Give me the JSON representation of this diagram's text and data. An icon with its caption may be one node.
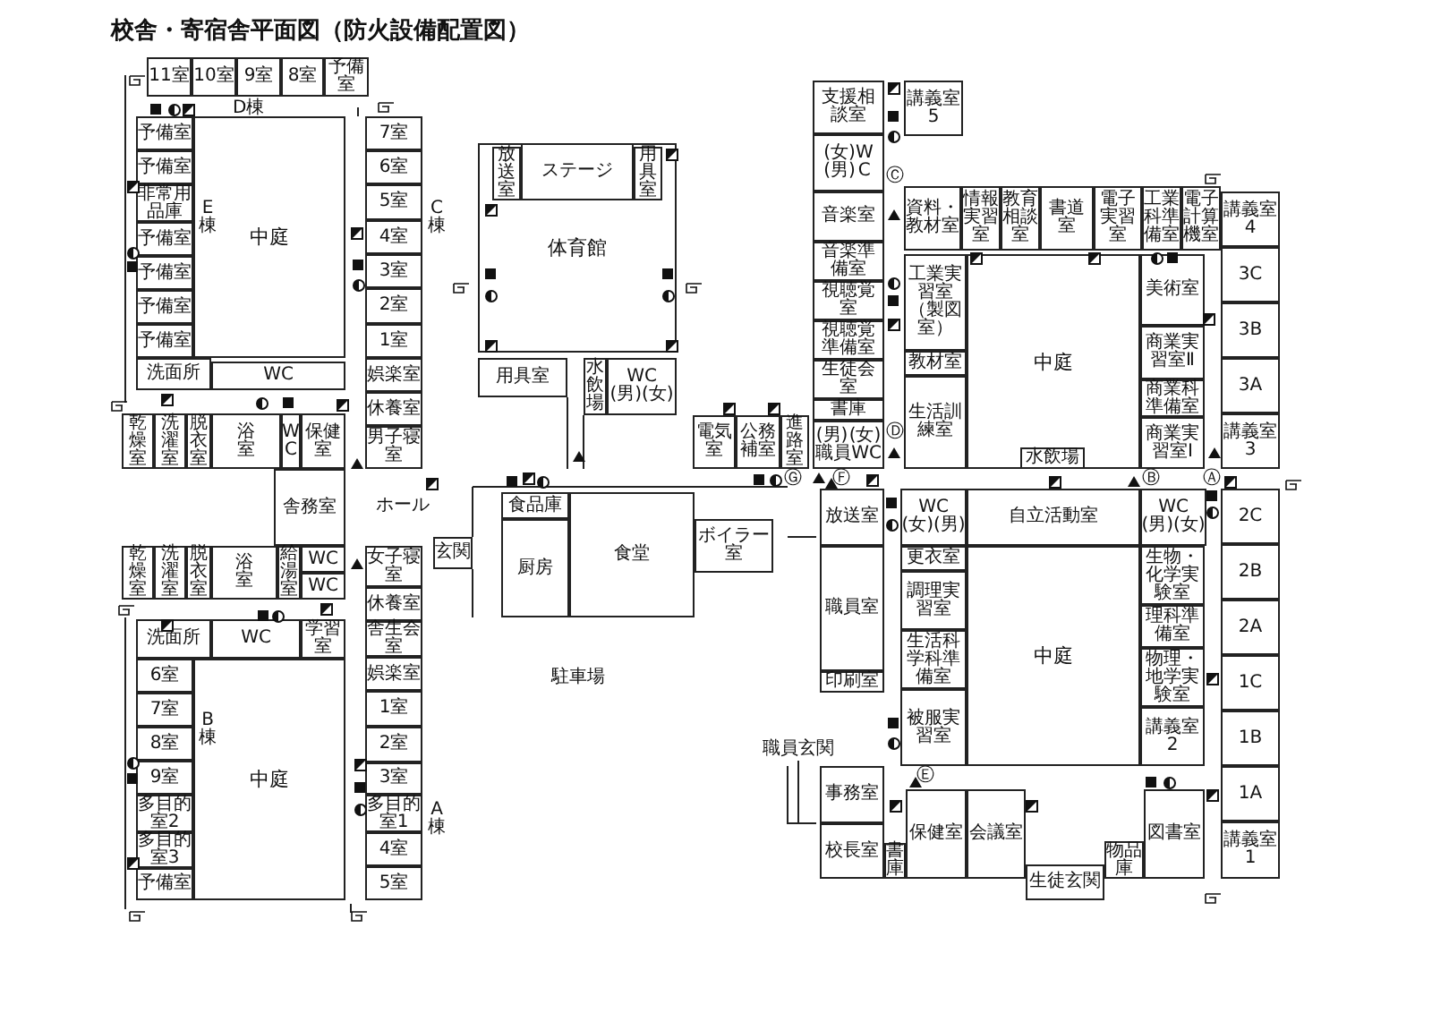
{
  "diagram": {
    "title": "校舎・寄宿舎平面図（防火設備配置図）",
    "nodes": [
      {
        "text": [
          "11室"
        ]
      },
      {
        "text": [
          "10室"
        ]
      },
      {
        "text": [
          "9室"
        ]
      },
      {
        "text": [
          "8室"
        ]
      },
      {
        "text": [
          "予備室"
        ]
      },
      {
        "text": [
          "予備室"
        ]
      },
      {
        "text": [
          "予備室"
        ]
      },
      {
        "text": [
          "非常用品庫"
        ]
      },
      {
        "text": [
          "予備室"
        ]
      },
      {
        "text": [
          "予備室"
        ]
      },
      {
        "text": [
          "予備室"
        ]
      },
      {
        "text": [
          "予備室"
        ]
      },
      {
        "text": [
          "中庭"
        ]
      },
      {
        "text": [
          "7室"
        ]
      },
      {
        "text": [
          "6室"
        ]
      },
      {
        "text": [
          "5室"
        ]
      },
      {
        "text": [
          "4室"
        ]
      },
      {
        "text": [
          "3室"
        ]
      },
      {
        "text": [
          "2室"
        ]
      },
      {
        "text": [
          "1室"
        ]
      },
      {
        "text": [
          "娯楽室"
        ]
      },
      {
        "text": [
          "休養室"
        ]
      },
      {
        "text": [
          "男子寝室"
        ]
      },
      {
        "text": [
          "洗面所"
        ]
      },
      {
        "text": [
          "WC"
        ]
      },
      {
        "text": [
          "乾燥室"
        ]
      },
      {
        "text": [
          "洗濯室"
        ]
      },
      {
        "text": [
          "脱衣室"
        ]
      },
      {
        "text": [
          "浴室"
        ]
      },
      {
        "text": [
          "WC"
        ]
      },
      {
        "text": [
          "保健室"
        ]
      },
      {
        "text": [
          "舎務室"
        ]
      },
      {
        "text": [
          "乾燥室"
        ]
      },
      {
        "text": [
          "洗濯室"
        ]
      },
      {
        "text": [
          "脱衣室"
        ]
      },
      {
        "text": [
          "浴室"
        ]
      },
      {
        "text": [
          "給湯室"
        ]
      },
      {
        "text": [
          "WC"
        ]
      },
      {
        "text": [
          "WC"
        ]
      },
      {
        "text": [
          "女子寝室"
        ]
      },
      {
        "text": [
          "休養室"
        ]
      },
      {
        "text": [
          "舎生会室"
        ]
      },
      {
        "text": [
          "娯楽室"
        ]
      },
      {
        "text": [
          "1室"
        ]
      },
      {
        "text": [
          "2室"
        ]
      },
      {
        "text": [
          "3室"
        ]
      },
      {
        "text": [
          "多目的室1"
        ]
      },
      {
        "text": [
          "4室"
        ]
      },
      {
        "text": [
          "5室"
        ]
      },
      {
        "text": [
          "玄関"
        ]
      },
      {
        "text": [
          "洗面所"
        ]
      },
      {
        "text": [
          "WC"
        ]
      },
      {
        "text": [
          "学習室"
        ]
      },
      {
        "text": [
          "6室"
        ]
      },
      {
        "text": [
          "7室"
        ]
      },
      {
        "text": [
          "8室"
        ]
      },
      {
        "text": [
          "9室"
        ]
      },
      {
        "text": [
          "多目的室2"
        ]
      },
      {
        "text": [
          "多目的室3"
        ]
      },
      {
        "text": [
          "予備室"
        ]
      },
      {
        "text": [
          "中庭"
        ]
      },
      {
        "text": [
          "体育館"
        ]
      },
      {
        "text": [
          "放送室"
        ],
        "in": 61
      },
      {
        "text": [
          "ステージ"
        ],
        "in": 61
      },
      {
        "text": [
          "用具室"
        ],
        "in": 61
      },
      {
        "text": [
          "用具室"
        ]
      },
      {
        "text": [
          "水飲場"
        ]
      },
      {
        "text": [
          "WC",
          "(男)",
          "(女)"
        ]
      },
      {
        "text": [
          "電気室"
        ]
      },
      {
        "text": [
          "公務補室"
        ]
      },
      {
        "text": [
          "進路室"
        ]
      },
      {
        "text": [
          "食品庫"
        ]
      },
      {
        "text": [
          "厨房"
        ]
      },
      {
        "text": [
          "食堂"
        ]
      },
      {
        "text": [
          "ボイラー室"
        ]
      },
      {
        "text": [
          "支援相談室"
        ]
      },
      {
        "text": [
          "講義室5"
        ]
      },
      {
        "text": [
          "(女)",
          "(男)",
          "WC"
        ]
      },
      {
        "text": [
          "音楽室"
        ]
      },
      {
        "text": [
          "音楽準備室"
        ]
      },
      {
        "text": [
          "視聴覚室"
        ]
      },
      {
        "text": [
          "視聴覚準備室"
        ]
      },
      {
        "text": [
          "生徒会室"
        ]
      },
      {
        "text": [
          "書庫"
        ]
      },
      {
        "text": [
          "(男)",
          "(女)",
          "職員WC"
        ]
      },
      {
        "text": [
          "資料・教材室"
        ]
      },
      {
        "text": [
          "情報実習室"
        ]
      },
      {
        "text": [
          "教育相談室"
        ]
      },
      {
        "text": [
          "書道室"
        ]
      },
      {
        "text": [
          "電子実習室"
        ]
      },
      {
        "text": [
          "工業科準備室"
        ]
      },
      {
        "text": [
          "電子計算機室"
        ]
      },
      {
        "text": [
          "工業実習室",
          "（製図室）"
        ]
      },
      {
        "text": [
          "教材室"
        ]
      },
      {
        "text": [
          "生活訓練室"
        ]
      },
      {
        "text": [
          "中庭"
        ]
      },
      {
        "text": [
          "水飲場"
        ],
        "in": 95
      },
      {
        "text": [
          "美術室"
        ]
      },
      {
        "text": [
          "商業実習室Ⅱ"
        ]
      },
      {
        "text": [
          "商業科準備室"
        ]
      },
      {
        "text": [
          "商業実習室Ⅰ"
        ]
      },
      {
        "text": [
          "講義室4"
        ]
      },
      {
        "text": [
          "3C"
        ]
      },
      {
        "text": [
          "3B"
        ]
      },
      {
        "text": [
          "3A"
        ]
      },
      {
        "text": [
          "講義室3"
        ]
      },
      {
        "text": [
          "放送室"
        ]
      },
      {
        "text": [
          "職員室"
        ]
      },
      {
        "text": [
          "印刷室"
        ]
      },
      {
        "text": [
          "WC",
          "(女)",
          "(男)"
        ]
      },
      {
        "text": [
          "自立活動室"
        ]
      },
      {
        "text": [
          "WC",
          "(男)",
          "(女)"
        ]
      },
      {
        "text": [
          "更衣室"
        ]
      },
      {
        "text": [
          "調理実習室"
        ]
      },
      {
        "text": [
          "生活科学科準備室"
        ]
      },
      {
        "text": [
          "被服実習室"
        ]
      },
      {
        "text": [
          "中庭"
        ]
      },
      {
        "text": [
          "生物・化学実験室"
        ]
      },
      {
        "text": [
          "理科準備室"
        ]
      },
      {
        "text": [
          "物理・地学実験室"
        ]
      },
      {
        "text": [
          "講義室2"
        ]
      },
      {
        "text": [
          "2C"
        ]
      },
      {
        "text": [
          "2B"
        ]
      },
      {
        "text": [
          "2A"
        ]
      },
      {
        "text": [
          "1C"
        ]
      },
      {
        "text": [
          "1B"
        ]
      },
      {
        "text": [
          "1A"
        ]
      },
      {
        "text": [
          "講義室1"
        ]
      },
      {
        "text": [
          "事務室"
        ]
      },
      {
        "text": [
          "校長室"
        ]
      },
      {
        "text": [
          "書庫"
        ]
      },
      {
        "text": [
          "保健室"
        ]
      },
      {
        "text": [
          "会議室"
        ]
      },
      {
        "text": [
          "生徒玄関"
        ]
      },
      {
        "text": [
          "物品庫"
        ]
      },
      {
        "text": [
          "図書室"
        ]
      }
    ],
    "labels": [
      "D棟",
      "E棟",
      "C棟",
      "ホール",
      "B棟",
      "A棟",
      "駐車場",
      "職員玄関",
      "Ⓐ",
      "Ⓑ",
      "Ⓒ",
      "Ⓓ",
      "Ⓔ",
      "Ⓕ",
      "Ⓖ"
    ]
  }
}
